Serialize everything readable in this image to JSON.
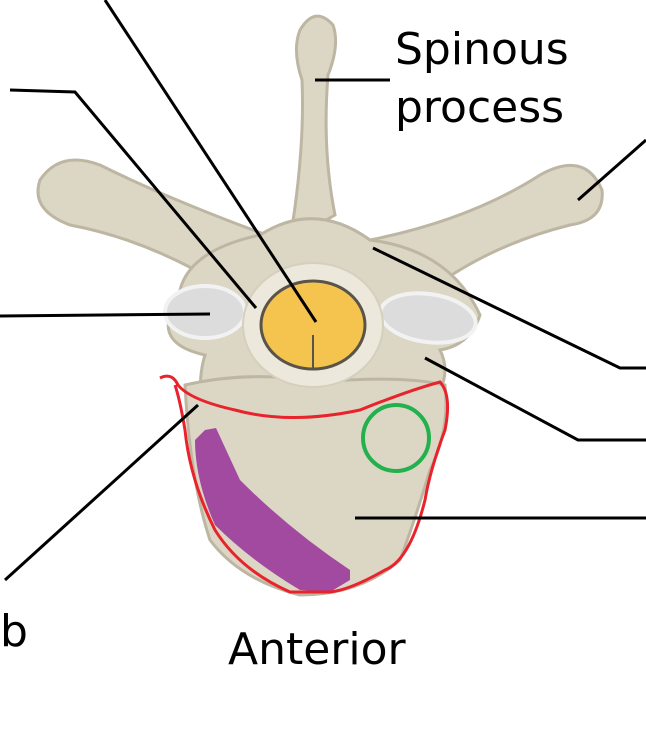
{
  "labels": {
    "spinous_line1": "Spinous",
    "spinous_line2": "process",
    "b": "b",
    "anterior": "Anterior"
  },
  "colors": {
    "bone": "#dcd6c5",
    "bone_edge": "#bdb6a3",
    "canal": "#f4c44f",
    "facet": "#dcdcdc",
    "annotation_red": "#e8232b",
    "annotation_green": "#22b14c",
    "annotation_purple": "#a24aa0"
  }
}
